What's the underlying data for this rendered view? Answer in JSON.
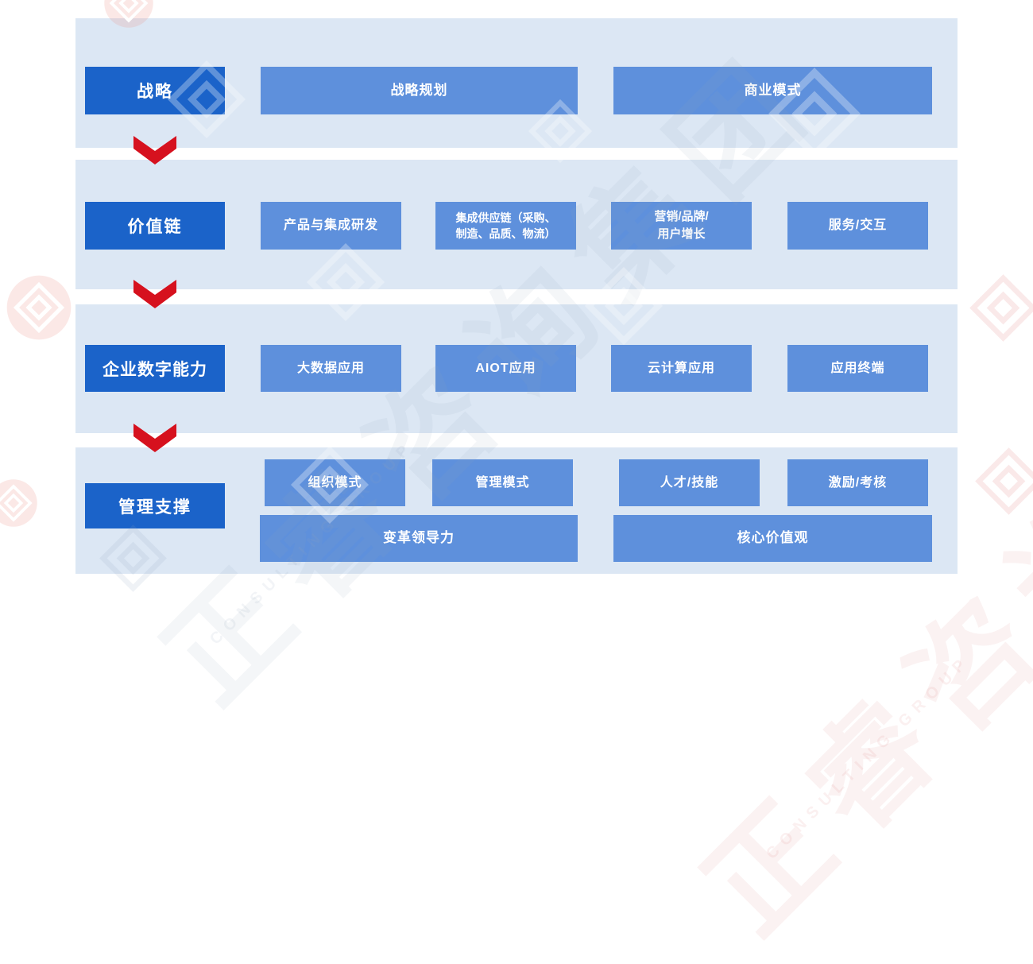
{
  "colors": {
    "band_bg": "#dce7f4",
    "label_box": "#1b63c9",
    "item_box": "#5e90dc",
    "arrow": "#d6111e",
    "text": "#ffffff"
  },
  "watermark": {
    "brand": "正睿咨询集团",
    "brand_en": "CONSULTING GROUP"
  },
  "rows": [
    {
      "label": "战略",
      "items": [
        "战略规划",
        "商业模式"
      ]
    },
    {
      "label": "价值链",
      "items": [
        "产品与集成研发",
        "集成供应链（采购、\n制造、品质、物流）",
        "营销/品牌/\n用户增长",
        "服务/交互"
      ]
    },
    {
      "label": "企业数字能力",
      "items": [
        "大数据应用",
        "AIOT应用",
        "云计算应用",
        "应用终端"
      ]
    },
    {
      "label": "管理支撑",
      "items_top": [
        "组织模式",
        "管理模式",
        "人才/技能",
        "激励/考核"
      ],
      "items_bottom": [
        "变革领导力",
        "核心价值观"
      ]
    }
  ]
}
